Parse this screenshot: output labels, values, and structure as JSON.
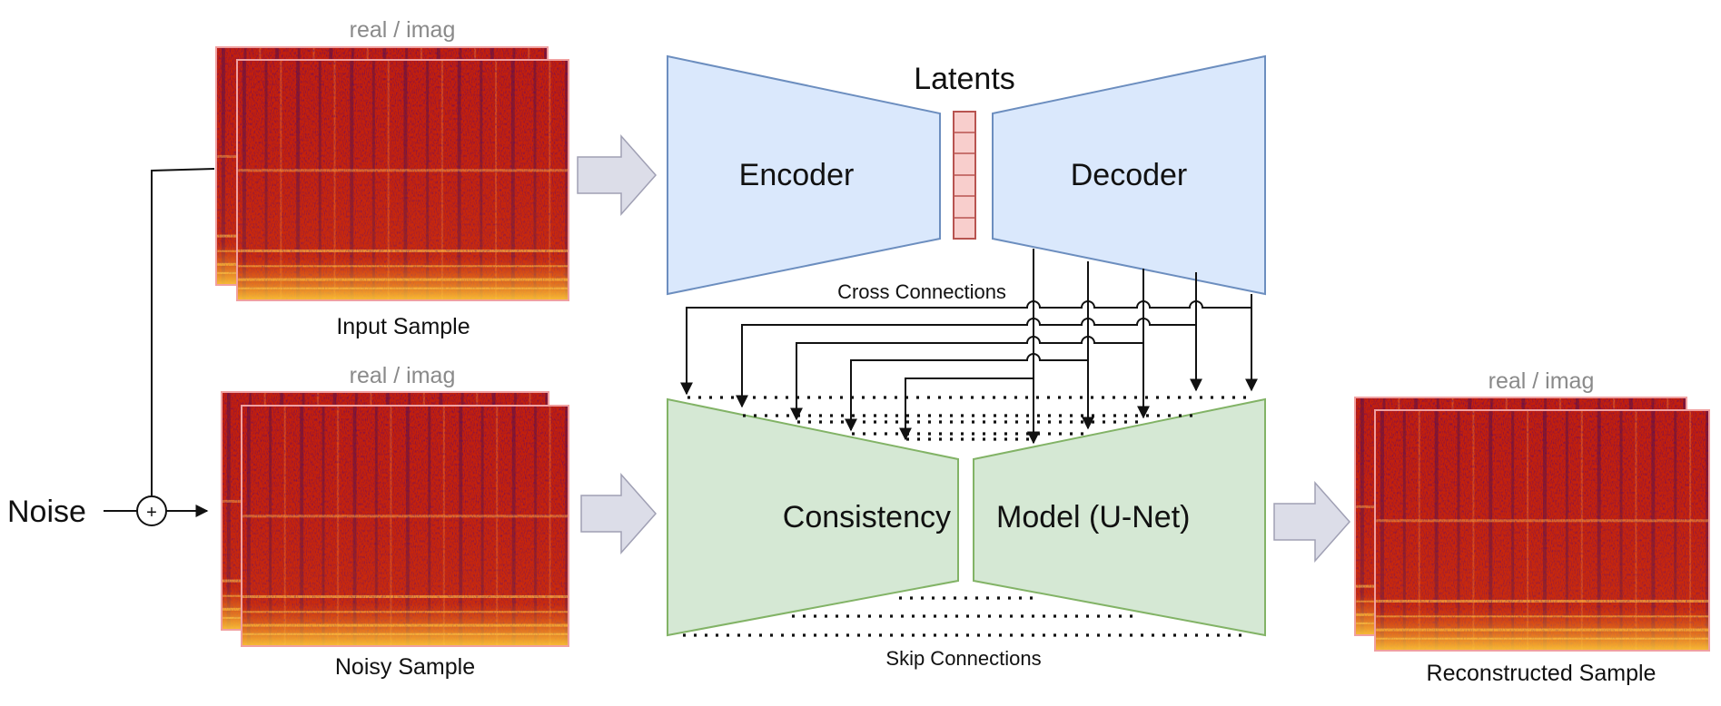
{
  "noise_label": "Noise",
  "plus_symbol": "+",
  "inputs": {
    "input_sample": {
      "channel_label": "real / imag",
      "caption": "Input Sample"
    },
    "noisy_sample": {
      "channel_label": "real / imag",
      "caption": "Noisy Sample"
    }
  },
  "output": {
    "channel_label": "real / imag",
    "caption": "Reconstructed Sample"
  },
  "autoencoder": {
    "encoder": "Encoder",
    "latents": "Latents",
    "decoder": "Decoder"
  },
  "unet": {
    "left": "Consistency",
    "right": "Model (U-Net)"
  },
  "connections": {
    "cross": "Cross Connections",
    "skip": "Skip Connections"
  },
  "colors": {
    "encoder_fill": "#dae8fc",
    "encoder_stroke": "#6c8ebf",
    "unet_fill": "#d5e8d4",
    "unet_stroke": "#82b366",
    "latent_fill": "#f8cecc",
    "latent_stroke": "#b85450",
    "arrow_fill": "#dcdde8",
    "arrow_stroke": "#a0a0b4",
    "spectrogram_base": "#c4200a",
    "spectrogram_dark": "#3a1250",
    "spectrogram_bright": "#ffd84a"
  }
}
